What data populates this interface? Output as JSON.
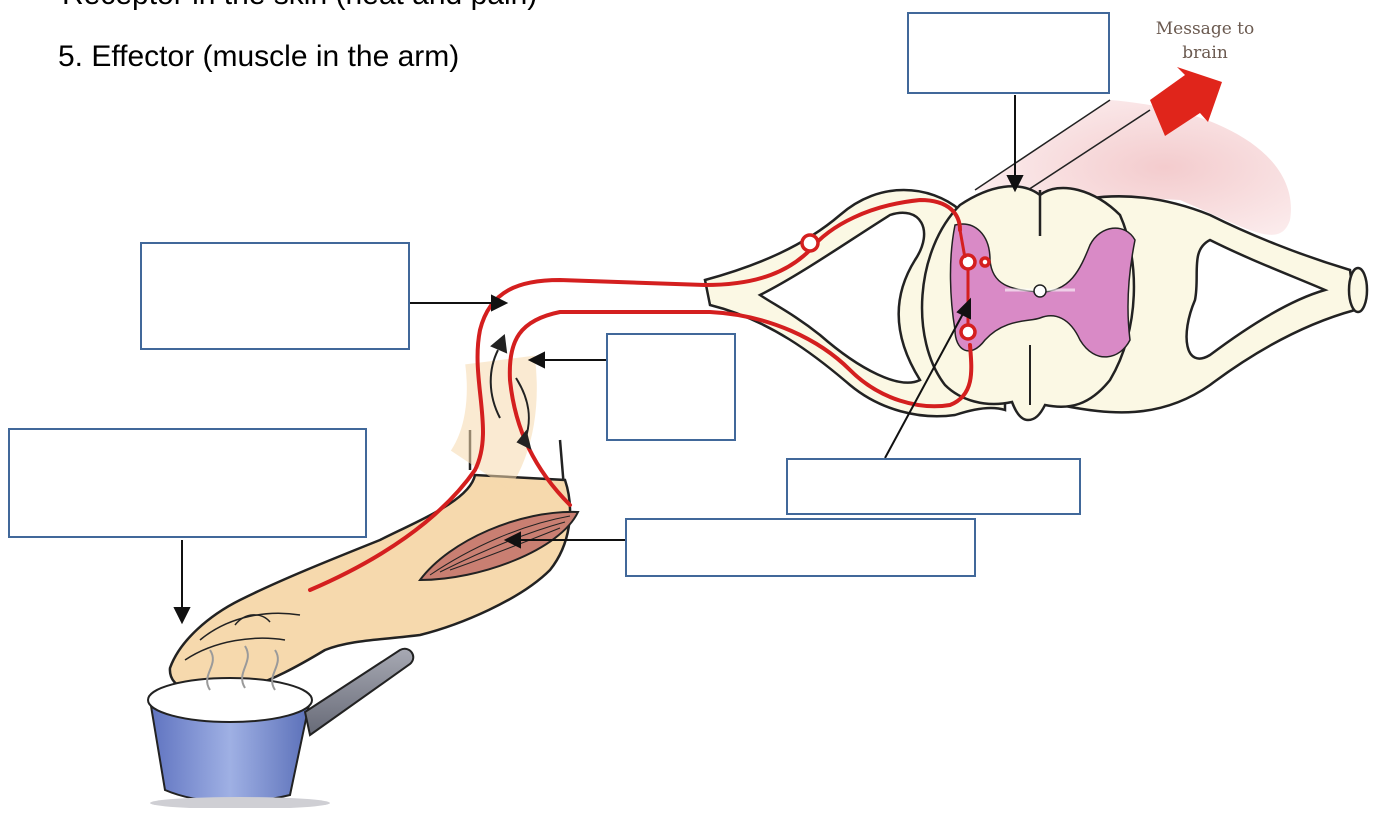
{
  "text": {
    "clipped_top_line": "Receptor in the skin (heat and pain)",
    "effector_line": "5.  Effector (muscle in the arm)",
    "message_line1": "Message to",
    "message_line2": "brain"
  },
  "label_boxes": [
    {
      "name": "top-box",
      "value": ""
    },
    {
      "name": "left-arm-box",
      "value": ""
    },
    {
      "name": "middle-box",
      "value": ""
    },
    {
      "name": "hand-box",
      "value": ""
    },
    {
      "name": "cord-box",
      "value": ""
    },
    {
      "name": "muscle-box",
      "value": ""
    }
  ],
  "colors": {
    "nerve": "#d41f1f",
    "grey_matter": "#d98ac6",
    "spinal_cord": "#fbf8e4",
    "skin": "#f6d9ad",
    "pan": "#7e90d0",
    "box_border": "#41689a"
  }
}
